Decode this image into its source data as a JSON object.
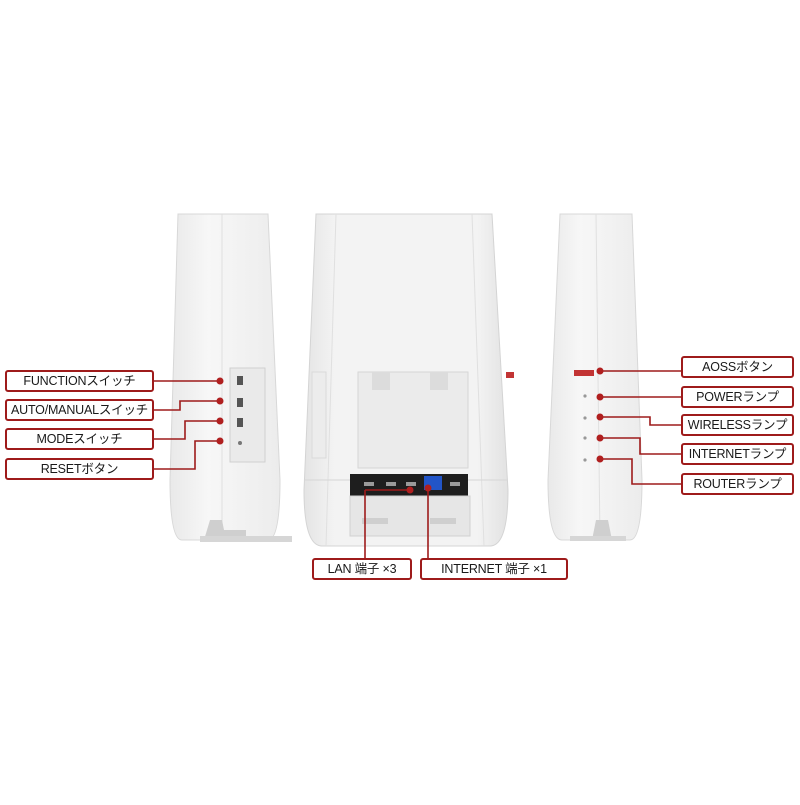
{
  "colors": {
    "callout_border": "#9e1b1b",
    "leader_line": "#9e1b1b",
    "marker_dot": "#b01f1f",
    "device_body": "#f4f4f4",
    "port_highlight": "#2255c8"
  },
  "callouts": {
    "function_switch": "FUNCTIONスイッチ",
    "auto_manual_switch": "AUTO/MANUALスイッチ",
    "mode_switch": "MODEスイッチ",
    "reset_button": "RESETボタン",
    "aoss_button": "AOSSボタン",
    "power_lamp": "POWERランプ",
    "wireless_lamp": "WIRELESSランプ",
    "internet_lamp": "INTERNETランプ",
    "router_lamp": "ROUTERランプ",
    "lan_ports": "LAN 端子 ×3",
    "internet_port": "INTERNET 端子 ×1"
  }
}
